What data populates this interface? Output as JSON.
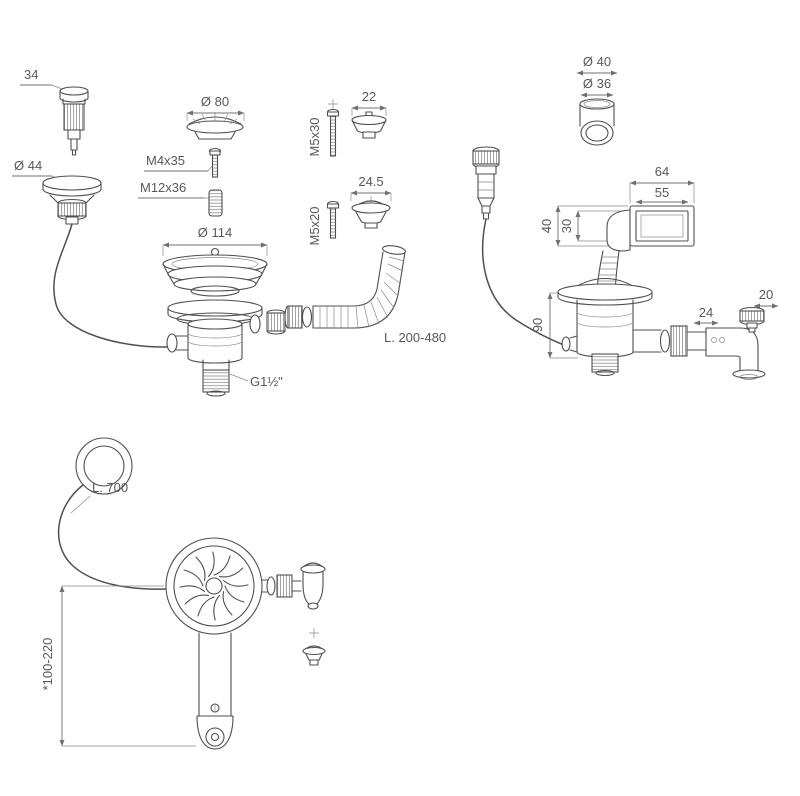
{
  "drawing": {
    "pushbutton": {
      "top_width": "34",
      "flange_dia": "Ø 44"
    },
    "strainer": {
      "cap_dia": "Ø 80",
      "screw_a": "M4x35",
      "screw_b": "M12x36",
      "basket_dia": "Ø 114",
      "outlet_thread": "G1½\""
    },
    "covers": {
      "cap_a_width": "22",
      "screw_a": "M5x30",
      "cap_b_width": "24.5",
      "screw_b": "M5x20"
    },
    "hose": {
      "length": "L. 200-480"
    },
    "overflow": {
      "outer_dia": "Ø 40",
      "inner_dia": "Ø 36",
      "box_w_outer": "64",
      "box_w_inner": "55",
      "box_h_outer": "40",
      "box_h_inner": "30",
      "drain_height": "90",
      "nut_width": "24",
      "knob_width": "20"
    },
    "assembled": {
      "cable_length": "L. 700",
      "height_range": "*100-220"
    }
  }
}
